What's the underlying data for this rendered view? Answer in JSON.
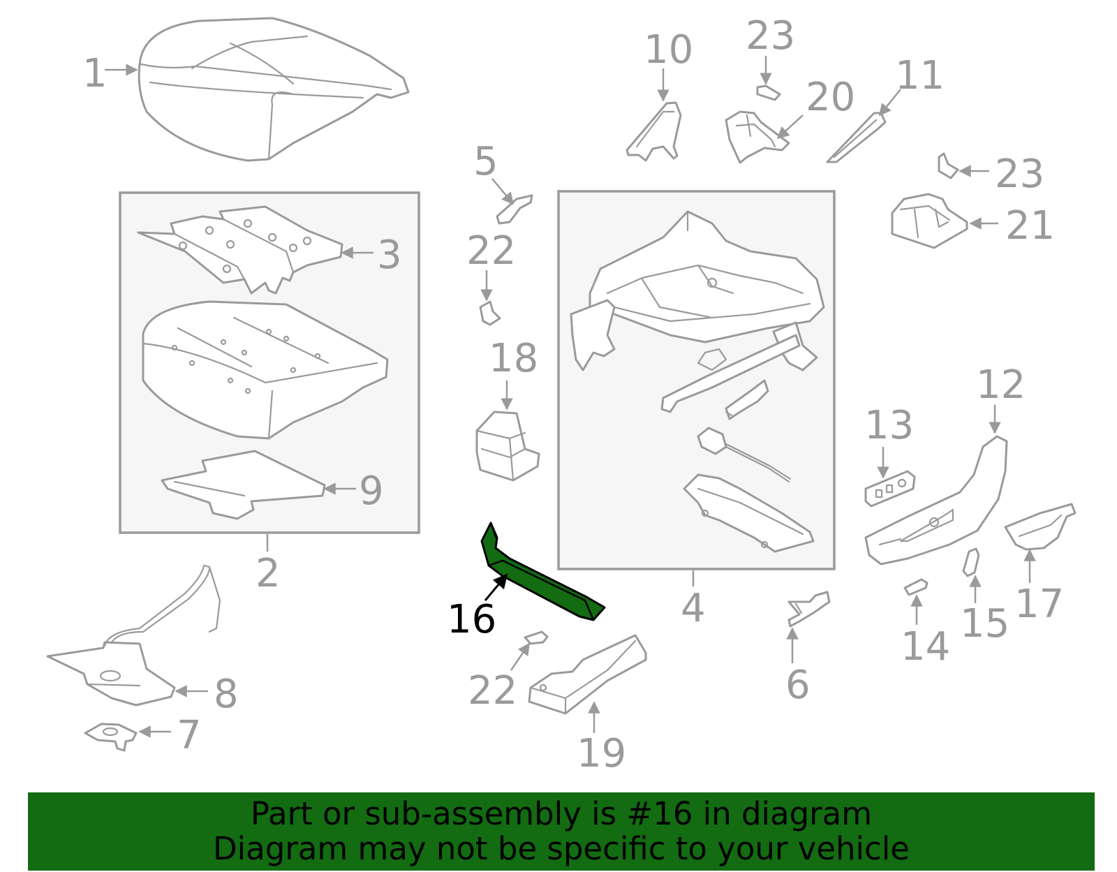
{
  "callouts": {
    "c1": "1",
    "c2": "2",
    "c3": "3",
    "c4": "4",
    "c5": "5",
    "c6": "6",
    "c7": "7",
    "c8": "8",
    "c9": "9",
    "c10": "10",
    "c11": "11",
    "c12": "12",
    "c13": "13",
    "c14": "14",
    "c15": "15",
    "c16": "16",
    "c17": "17",
    "c18": "18",
    "c19": "19",
    "c20": "20",
    "c21": "21",
    "c22a": "22",
    "c22b": "22",
    "c23a": "23",
    "c23b": "23"
  },
  "highlight": {
    "part_number": "16",
    "color": "#136b12"
  },
  "colors": {
    "line": "#9a9a9a",
    "box_fill": "#f6f6f6",
    "banner": "#136b12"
  },
  "banner": {
    "line1": "Part or sub-assembly is #16 in diagram",
    "line2": "Diagram may not be specific to your vehicle"
  }
}
